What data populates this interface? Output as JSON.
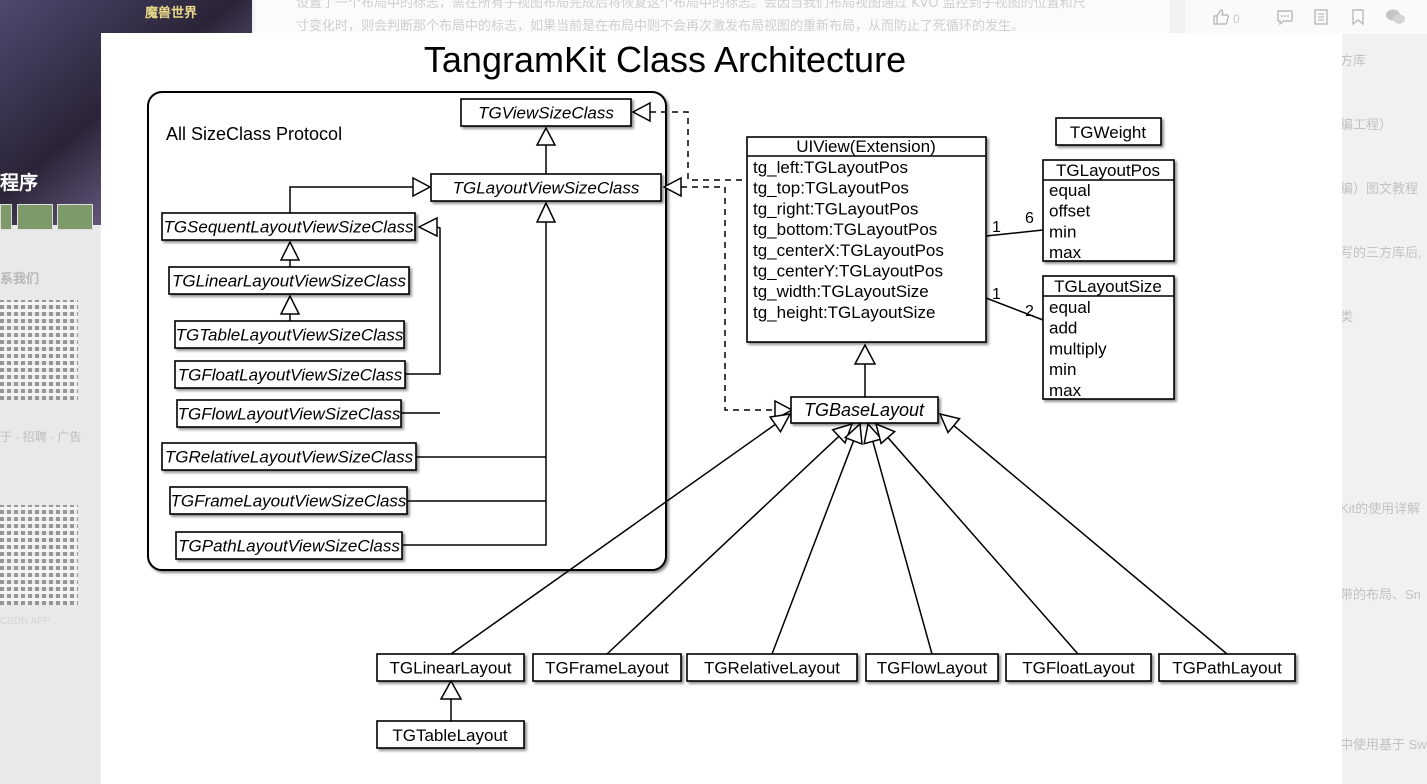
{
  "background_page": {
    "article_lines": [
      "设置了一个布局中的标志，需在所有子视图布局完成后将恢复这个布局中的标志。会因当我们布局视图通过 KVO 监控到子视图的位置和尺",
      "寸变化时，则会判断那个布局中的标志，如果当前是在布局中则不会再次激发布局视图的重新布局，从而防止了死循环的发生。"
    ],
    "toolbar": {
      "like_count": "0",
      "icons": [
        "thumbs-up-icon",
        "comment-icon",
        "document-icon",
        "bookmark-icon",
        "wechat-icon"
      ]
    },
    "left_sidebar": {
      "banner_logo": "魔兽世界",
      "banner_title": "程序",
      "contact_heading": "系我们",
      "footer_links": "于 · 招聘 · 广告",
      "app_label": "CSDN APP"
    },
    "right_sidebar": [
      {
        "text": "方库"
      },
      {
        "text": "编工程）"
      },
      {
        "text": "编）图文教程"
      },
      {
        "text": "写的三方库后,"
      },
      {
        "text": "类"
      },
      {
        "text": "Kit的使用详解"
      },
      {
        "text": "带的布局、Sn"
      },
      {
        "text": "中使用基于 Sw"
      }
    ]
  },
  "diagram": {
    "title": "TangramKit Class Architecture",
    "protocol_group": {
      "label": "All SizeClass Protocol",
      "classes": [
        "TGViewSizeClass",
        "TGLayoutViewSizeClass",
        "TGSequentLayoutViewSizeClass",
        "TGLinearLayoutViewSizeClass",
        "TGTableLayoutViewSizeClass",
        "TGFloatLayoutViewSizeClass",
        "TGFlowLayoutViewSizeClass",
        "TGRelativeLayoutViewSizeClass",
        "TGFrameLayoutViewSizeClass",
        "TGPathLayoutViewSizeClass"
      ]
    },
    "uiview": {
      "name": "UIView(Extension)",
      "members": [
        "tg_left:TGLayoutPos",
        "tg_top:TGLayoutPos",
        "tg_right:TGLayoutPos",
        "tg_bottom:TGLayoutPos",
        "tg_centerX:TGLayoutPos",
        "tg_centerY:TGLayoutPos",
        "tg_width:TGLayoutSize",
        "tg_height:TGLayoutSize"
      ]
    },
    "weight": {
      "name": "TGWeight"
    },
    "layout_pos": {
      "name": "TGLayoutPos",
      "members": [
        "equal",
        "offset",
        "min",
        "max"
      ]
    },
    "layout_size": {
      "name": "TGLayoutSize",
      "members": [
        "equal",
        "add",
        "multiply",
        "min",
        "max"
      ]
    },
    "multiplicity": {
      "pos_from": "1",
      "pos_to": "6",
      "size_from": "1",
      "size_to": "2"
    },
    "base_layout": "TGBaseLayout",
    "layouts": [
      "TGLinearLayout",
      "TGFrameLayout",
      "TGRelativeLayout",
      "TGFlowLayout",
      "TGFloatLayout",
      "TGPathLayout"
    ],
    "table_layout": "TGTableLayout"
  }
}
